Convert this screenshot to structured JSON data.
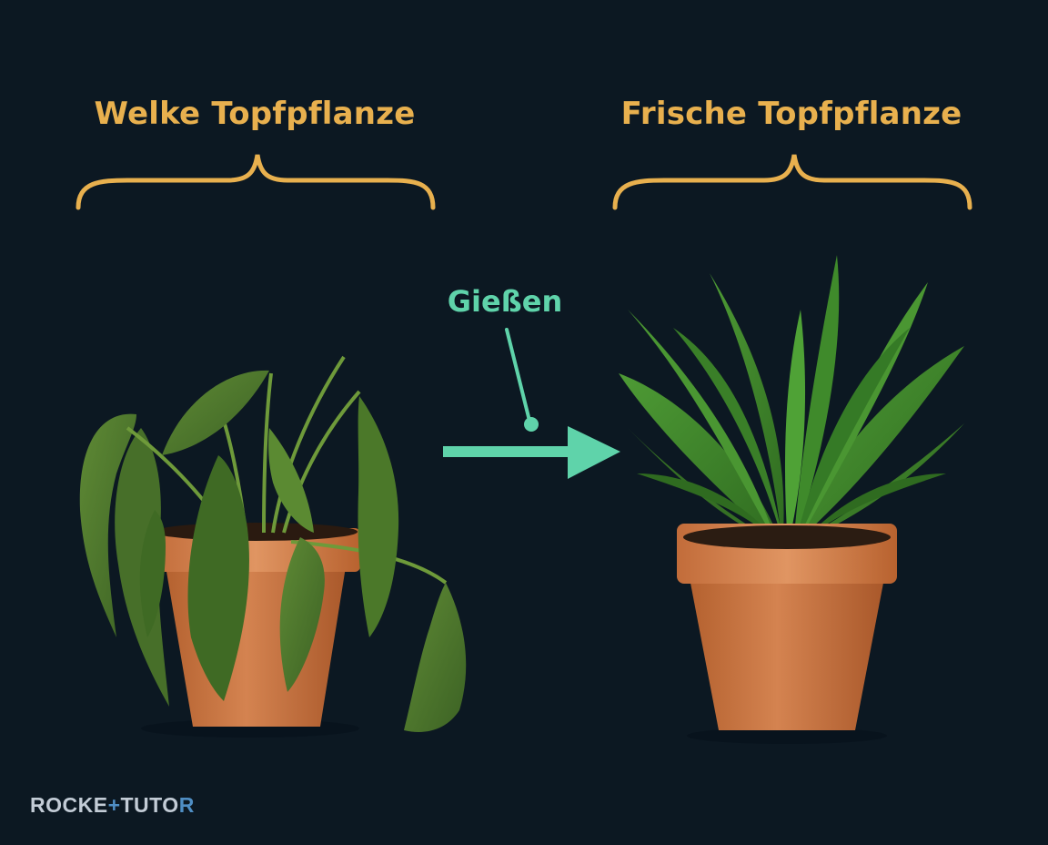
{
  "colors": {
    "background": "#0c1822",
    "label": "#e8b04e",
    "accent": "#5fd3aa",
    "pot": "#c9733f",
    "pot_rim": "#d98b55",
    "leaf_fresh": "#3f8a2b",
    "leaf_wilted": "#4f7a2d",
    "brand_text": "#c3ccd6",
    "brand_glyph": "#4f8ec4"
  },
  "panels": {
    "left": {
      "label": "Welke Topfpflanze",
      "icon": "wilted-plant"
    },
    "right": {
      "label": "Frische Topfpflanze",
      "icon": "fresh-plant"
    }
  },
  "transition": {
    "label": "Gießen",
    "icon": "arrow-right"
  },
  "brand": {
    "part1": "ROCKE",
    "glyph": "+",
    "part2": "TUTO",
    "glyph2": "R"
  }
}
